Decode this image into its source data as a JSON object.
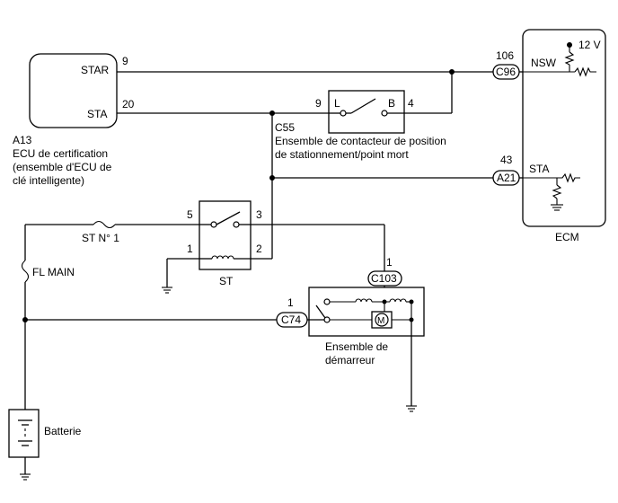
{
  "ecu": {
    "pin_star": "STAR",
    "pin_sta": "STA",
    "pin_star_no": "9",
    "pin_sta_no": "20",
    "code": "A13",
    "desc_1": "ECU de certification",
    "desc_2": "(ensemble d'ECU de",
    "desc_3": "clé intelligente)"
  },
  "nsw_switch": {
    "pin_left_no": "9",
    "pin_right_no": "4",
    "label_l": "L",
    "label_b": "B",
    "code": "C55",
    "desc_1": "Ensemble de contacteur de position",
    "desc_2": "de stationnement/point mort"
  },
  "ecm": {
    "label": "ECM",
    "voltage": "12 V",
    "pin_nsw": "NSW",
    "pin_sta": "STA",
    "pin_nsw_no": "106",
    "pin_sta_no": "43",
    "conn_nsw": "C96",
    "conn_sta": "A21"
  },
  "st_relay": {
    "label": "ST",
    "pin_5": "5",
    "pin_3": "3",
    "pin_1": "1",
    "pin_2": "2"
  },
  "fuses": {
    "st_no1": "ST N° 1",
    "fl_main": "FL MAIN"
  },
  "starter": {
    "conn_c103": "C103",
    "conn_c103_pin": "1",
    "conn_c74": "C74",
    "conn_c74_pin": "1",
    "motor_label": "M",
    "desc_1": "Ensemble de",
    "desc_2": "démarreur"
  },
  "battery": {
    "label": "Batterie"
  }
}
